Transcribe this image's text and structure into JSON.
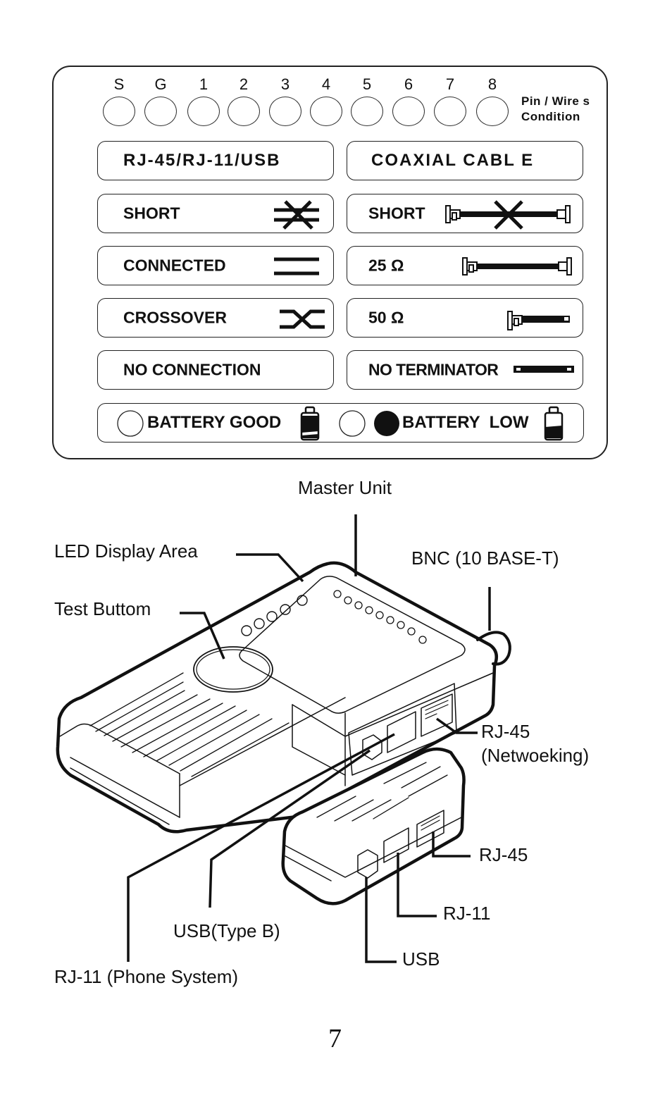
{
  "legend_panel": {
    "pins": [
      "S",
      "G",
      "1",
      "2",
      "3",
      "4",
      "5",
      "6",
      "7",
      "8"
    ],
    "pin_legend": [
      "Pin / Wire s",
      "Condition"
    ],
    "left_column": {
      "header": "RJ-45/RJ-11/USB",
      "rows": [
        {
          "label": "SHORT",
          "icon": "short-wires-icon"
        },
        {
          "label": "CONNECTED",
          "icon": "connected-wires-icon"
        },
        {
          "label": "CROSSOVER",
          "icon": "crossover-wires-icon"
        },
        {
          "label": "NO CONNECTION",
          "icon": ""
        }
      ]
    },
    "right_column": {
      "header": "COAXIAL CABL E",
      "rows": [
        {
          "label": "SHORT",
          "icon": "coax-short-icon"
        },
        {
          "label": "25 Ω",
          "icon": "coax-25-ohm-icon"
        },
        {
          "label": "50 Ω",
          "icon": "coax-50-ohm-icon"
        },
        {
          "label": "NO TERMINATOR",
          "icon": "coax-no-terminator-icon"
        }
      ]
    },
    "battery": {
      "good_label": "BATTERY GOOD",
      "low_label": "BATTERY  LOW"
    }
  },
  "diagram": {
    "callouts": {
      "master_unit": "Master Unit",
      "led_display": "LED Display Area",
      "test_button": "Test Buttom",
      "bnc": "BNC (10 BASE-T)",
      "rj45_master_line1": "RJ-45",
      "rj45_master_line2": "(Netwoeking)",
      "rj45_remote": "RJ-45",
      "rj11_remote": "RJ-11",
      "usb_remote": "USB",
      "usb_type_b": "USB(Type B)",
      "rj11_phone": "RJ-11 (Phone System)"
    }
  },
  "page_number": "7"
}
